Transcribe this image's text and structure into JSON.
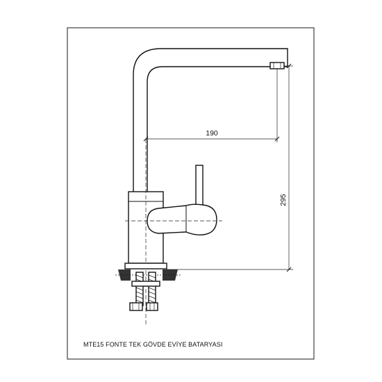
{
  "drawing": {
    "title": "MTE15 FONTE TEK GÖVDE EVİYE BATARYASI",
    "dimensions": {
      "reach": "190",
      "height": "295"
    },
    "colors": {
      "line": "#111111",
      "background": "#ffffff"
    }
  }
}
